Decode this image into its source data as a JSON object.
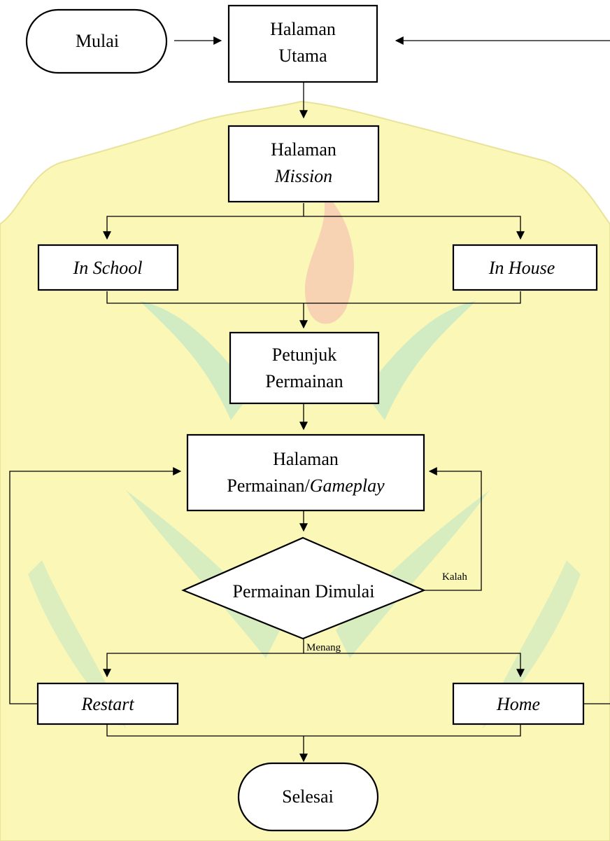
{
  "nodes": {
    "start": "Mulai",
    "main_line1": "Halaman",
    "main_line2": "Utama",
    "mission_line1": "Halaman",
    "mission_line2": "Mission",
    "in_school": "In School",
    "in_house": "In House",
    "guide_line1": "Petunjuk",
    "guide_line2": "Permainan",
    "gameplay_line1": "Halaman",
    "gameplay_line2_plain": "Permainan/",
    "gameplay_line2_italic": "Gameplay",
    "decision": "Permainan Dimulai",
    "restart": "Restart",
    "home": "Home",
    "end": "Selesai"
  },
  "edge_labels": {
    "lose": "Kalah",
    "win": "Menang"
  },
  "colors": {
    "watermark_yellow": "#fbf7b7",
    "watermark_green": "#bfe6c6",
    "watermark_red": "#f6c9b3"
  }
}
